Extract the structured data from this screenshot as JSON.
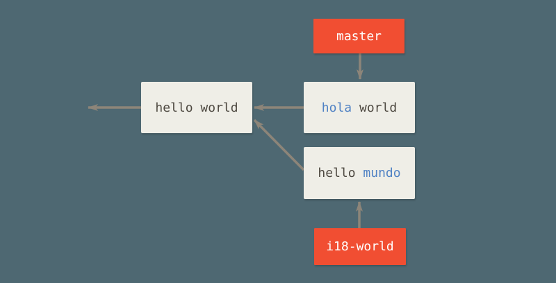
{
  "colors": {
    "background": "#4e6872",
    "branch_bg": "#f14e32",
    "branch_text": "#ffffff",
    "commit_bg": "#efeee7",
    "text_dark": "#4d4840",
    "text_blue": "#5082c4",
    "arrow": "#8d8579"
  },
  "branches": {
    "master": {
      "label": "master"
    },
    "i18_world": {
      "label": "i18-world"
    }
  },
  "commits": {
    "hello_world": {
      "text": "hello world"
    },
    "hola_world": {
      "part1": "hola",
      "part2": " world"
    },
    "hello_mundo": {
      "part1": "hello ",
      "part2": "mundo"
    }
  },
  "edges": [
    {
      "from": "master",
      "to": "hola world"
    },
    {
      "from": "hola world",
      "to": "hello world"
    },
    {
      "from": "hello world",
      "to": "off-screen-left"
    },
    {
      "from": "hello mundo",
      "to": "hello world"
    },
    {
      "from": "i18-world",
      "to": "hello mundo"
    }
  ]
}
